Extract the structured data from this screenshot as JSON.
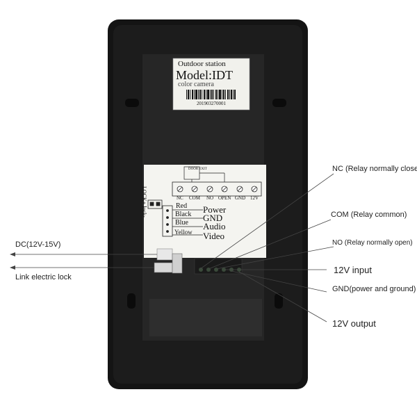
{
  "device_label": {
    "line1": "Outdoor station",
    "line2": "Model:IDT",
    "line3": "color camera",
    "serial": "201903270001"
  },
  "terminal_block": {
    "header": "DOOR EXIT",
    "terminals": [
      "NC",
      "COM",
      "NO",
      "OPEN",
      "GND",
      "12V"
    ],
    "lock_label": "LOCK+ lock-"
  },
  "wires": [
    {
      "color_name": "Red",
      "function": "Power",
      "color": "#c0392b"
    },
    {
      "color_name": "Black",
      "function": "GND",
      "color": "#111111"
    },
    {
      "color_name": "Blue",
      "function": "Audio",
      "color": "#2c5aa0"
    },
    {
      "color_name": "Yellow",
      "function": "Video",
      "color": "#d4ac0d"
    }
  ],
  "callouts": {
    "nc": "NC (Relay normally close)",
    "com": "COM (Relay common)",
    "no": "NO (Relay normally open)",
    "input_12v": "12V input",
    "gnd": "GND(power and ground)",
    "output_12v": "12V output",
    "dc": "DC(12V-15V)",
    "lock": "Link electric lock"
  }
}
